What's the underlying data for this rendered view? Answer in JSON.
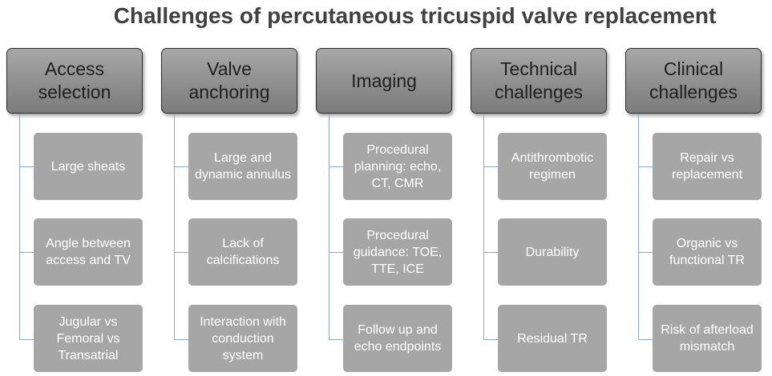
{
  "title": "Challenges of percutaneous tricuspid valve replacement",
  "columns": [
    {
      "header": "Access selection",
      "items": [
        "Large sheats",
        "Angle between access and TV",
        "Jugular vs Femoral vs Transatrial"
      ]
    },
    {
      "header": "Valve anchoring",
      "items": [
        "Large and dynamic annulus",
        "Lack of calcifications",
        "Interaction with conduction system"
      ]
    },
    {
      "header": "Imaging",
      "items": [
        "Procedural planning: echo, CT, CMR",
        "Procedural guidance: TOE, TTE, ICE",
        "Follow up and echo endpoints"
      ]
    },
    {
      "header": "Technical challenges",
      "items": [
        "Antithrombotic regimen",
        "Durability",
        "Residual TR"
      ]
    },
    {
      "header": "Clinical challenges",
      "items": [
        "Repair vs replacement",
        "Organic vs functional TR",
        "Risk of afterload mismatch"
      ]
    }
  ]
}
